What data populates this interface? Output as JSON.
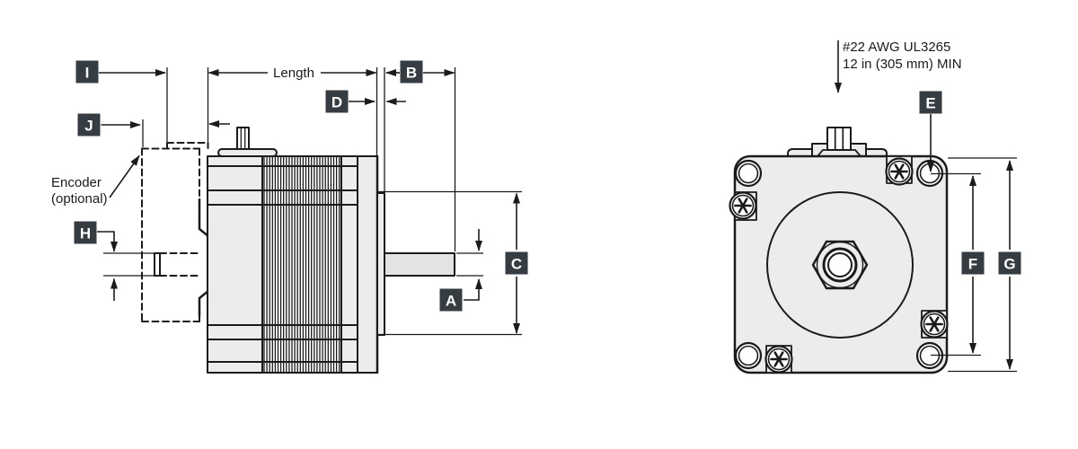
{
  "side_view": {
    "length_label": "Length",
    "encoder_note": {
      "line1": "Encoder",
      "line2": "(optional)"
    },
    "dim_labels": {
      "I": "I",
      "J": "J",
      "H": "H",
      "D": "D",
      "B": "B",
      "A": "A",
      "C": "C"
    }
  },
  "front_view": {
    "wire_note": {
      "line1": "#22 AWG UL3265",
      "line2": "12 in (305 mm) MIN"
    },
    "dim_labels": {
      "E": "E",
      "F": "F",
      "G": "G"
    }
  },
  "colors": {
    "line": "#1b1b1b",
    "body_fill": "#ececec",
    "shaft_fill": "#e3e3e3",
    "label_box": "#353c42",
    "label_text": "#ffffff",
    "background": "#ffffff"
  }
}
